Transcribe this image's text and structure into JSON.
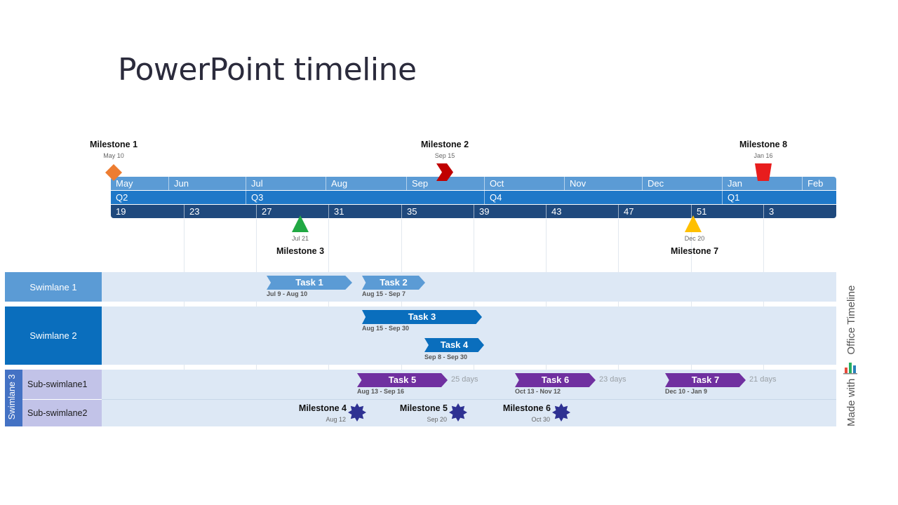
{
  "title": "PowerPoint timeline",
  "scale": {
    "months": [
      "May",
      "Jun",
      "Jul",
      "Aug",
      "Sep",
      "Oct",
      "Nov",
      "Dec",
      "Jan",
      "Feb"
    ],
    "quarters": [
      "Q2",
      "Q3",
      "Q4",
      "Q1"
    ],
    "weeks": [
      "19",
      "23",
      "27",
      "31",
      "35",
      "39",
      "43",
      "47",
      "51",
      "3"
    ]
  },
  "milestones": {
    "m1": {
      "label": "Milestone 1",
      "date": "May 10"
    },
    "m2": {
      "label": "Milestone 2",
      "date": "Sep 15"
    },
    "m3": {
      "label": "Milestone 3",
      "date": "Jul 21"
    },
    "m4": {
      "label": "Milestone 4",
      "date": "Aug 12"
    },
    "m5": {
      "label": "Milestone 5",
      "date": "Sep 20"
    },
    "m6": {
      "label": "Milestone 6",
      "date": "Oct 30"
    },
    "m7": {
      "label": "Milestone 7",
      "date": "Dec 20"
    },
    "m8": {
      "label": "Milestone 8",
      "date": "Jan 16"
    }
  },
  "swimlanes": {
    "s1": "Swimlane 1",
    "s2": "Swimlane 2",
    "s3": "Swimlane 3",
    "sub1": "Sub-swimlane1",
    "sub2": "Sub-swimlane2"
  },
  "tasks": {
    "t1": {
      "label": "Task 1",
      "date": "Jul 9 - Aug 10"
    },
    "t2": {
      "label": "Task 2",
      "date": "Aug 15 - Sep 7"
    },
    "t3": {
      "label": "Task 3",
      "date": "Aug 15 - Sep 30"
    },
    "t4": {
      "label": "Task 4",
      "date": "Sep 8 - Sep 30"
    },
    "t5": {
      "label": "Task 5",
      "date": "Aug 13 - Sep 16",
      "duration": "25 days"
    },
    "t6": {
      "label": "Task 6",
      "date": "Oct 13 - Nov 12",
      "duration": "23 days"
    },
    "t7": {
      "label": "Task 7",
      "date": "Dec 10 - Jan 9",
      "duration": "21 days"
    }
  },
  "brand": {
    "text": "Made with",
    "name": "Office Timeline",
    "icon": "office-timeline-logo-icon"
  },
  "colors": {
    "months": "#5b9bd5",
    "quarters": "#1f78c8",
    "weeks": "#1f497d",
    "lane1": "#5b9bd5",
    "lane2": "#0a6ebd",
    "lane3": "#4472c4",
    "task_light": "#5b9bd5",
    "task_dark": "#0a6ebd",
    "task_purple": "#7030a0",
    "m1": "#ed7d31",
    "m2": "#c00000",
    "m3": "#21a843",
    "m7": "#ffc000",
    "m8": "#e81d1d",
    "star": "#2e3192"
  }
}
